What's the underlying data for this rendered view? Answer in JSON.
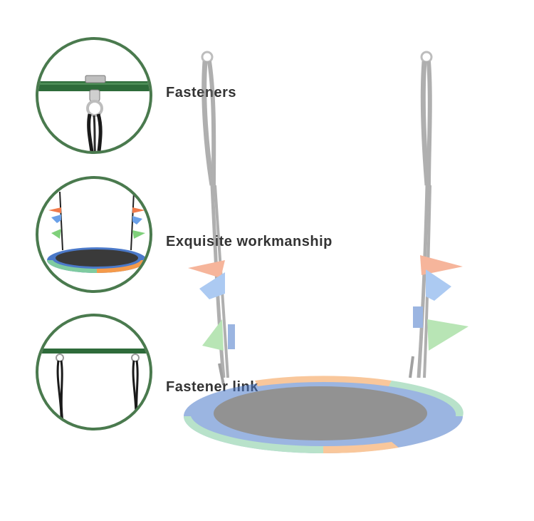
{
  "features": [
    {
      "label": "Fasteners",
      "icon": "fastener-detail"
    },
    {
      "label": "Exquisite workmanship",
      "icon": "swing-overview"
    },
    {
      "label": "Fastener link",
      "icon": "fastener-link-detail"
    }
  ],
  "colors": {
    "circle_border": "#4a7a4e",
    "label_text": "#333333",
    "bar_green": "#2e6b3a",
    "rope": "#1a1a1a",
    "seat_green": "#7fcba0",
    "seat_blue": "#4b79c9",
    "seat_orange": "#f59a4a",
    "mat": "#3a3a3a",
    "flag_orange": "#f07a4a",
    "flag_blue": "#6aa0e8",
    "flag_green": "#7fd07a"
  }
}
